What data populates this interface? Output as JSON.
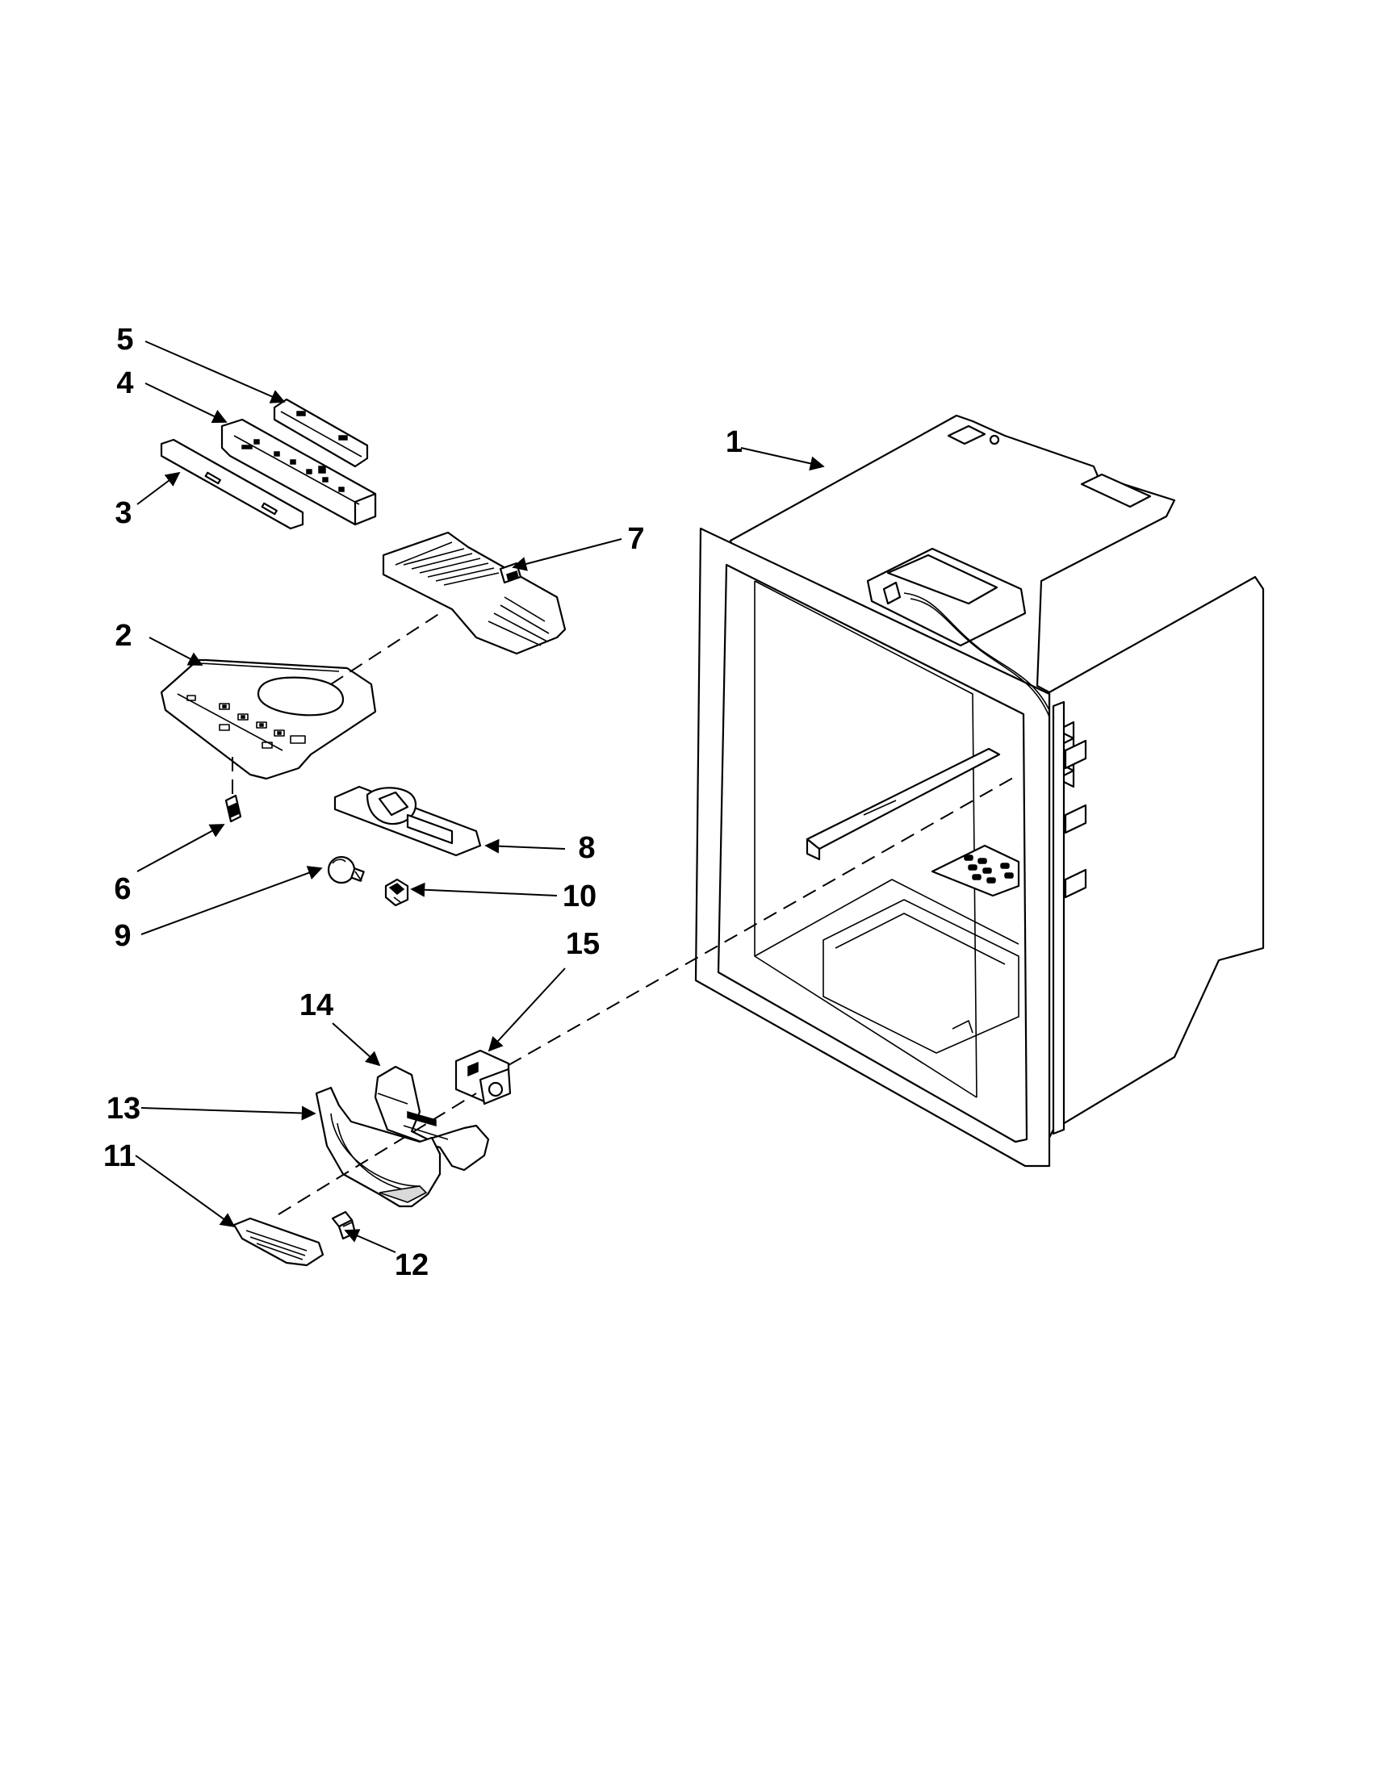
{
  "diagram": {
    "type": "exploded-parts-diagram",
    "colors": {
      "ink": "#000000",
      "paper": "#ffffff"
    },
    "callouts": [
      {
        "id": "1",
        "label": "1"
      },
      {
        "id": "2",
        "label": "2"
      },
      {
        "id": "3",
        "label": "3"
      },
      {
        "id": "4",
        "label": "4"
      },
      {
        "id": "5",
        "label": "5"
      },
      {
        "id": "6",
        "label": "6"
      },
      {
        "id": "7",
        "label": "7"
      },
      {
        "id": "8",
        "label": "8"
      },
      {
        "id": "9",
        "label": "9"
      },
      {
        "id": "10",
        "label": "10"
      },
      {
        "id": "11",
        "label": "11"
      },
      {
        "id": "12",
        "label": "12"
      },
      {
        "id": "13",
        "label": "13"
      },
      {
        "id": "14",
        "label": "14"
      },
      {
        "id": "15",
        "label": "15"
      }
    ]
  }
}
